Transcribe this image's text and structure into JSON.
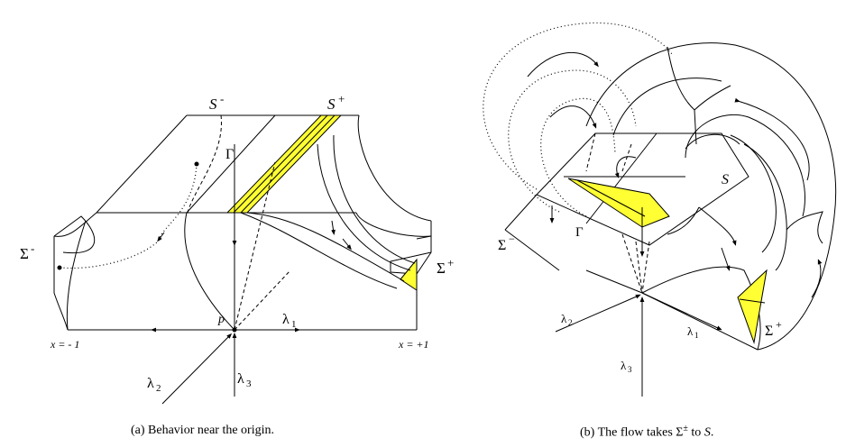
{
  "left_panel": {
    "labels": {
      "s_minus": "S",
      "s_minus_sup": "-",
      "s_plus": "S",
      "s_plus_sup": "+",
      "gamma": "Γ",
      "sigma_minus": "Σ",
      "sigma_minus_sup": "-",
      "sigma_plus": "Σ",
      "sigma_plus_sup": "+",
      "p": "p",
      "lambda1": "λ",
      "lambda1_sub": "1",
      "lambda2": "λ",
      "lambda2_sub": "2",
      "lambda3": "λ",
      "lambda3_sub": "3",
      "x_minus": "x = - 1",
      "x_plus": "x = +1"
    },
    "caption": "(a)  Behavior near the origin."
  },
  "right_panel": {
    "labels": {
      "s": "S",
      "gamma": "Γ",
      "sigma_minus": "Σ",
      "sigma_minus_sup": "−",
      "sigma_plus": "Σ",
      "sigma_plus_sup": "+",
      "lambda1": "λ",
      "lambda1_sub": "1",
      "lambda2": "λ",
      "lambda2_sub": "2",
      "lambda3": "λ",
      "lambda3_sub": "3"
    },
    "caption_prefix": "(b)  The flow takes ",
    "caption_sigma": "Σ",
    "caption_pm": "±",
    "caption_mid": " to ",
    "caption_s": "S",
    "caption_end": "."
  },
  "colors": {
    "highlight": "#ffff33",
    "line": "#000000"
  }
}
